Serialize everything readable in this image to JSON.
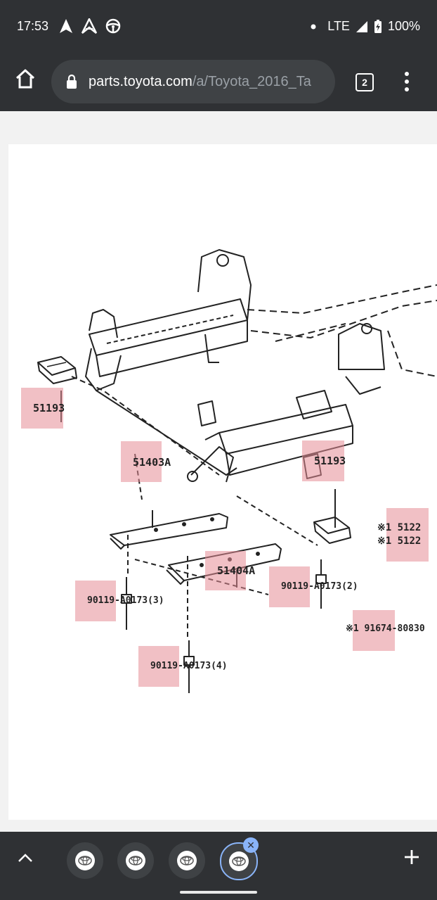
{
  "status_bar": {
    "time": "17:53",
    "network": "LTE",
    "battery": "100%",
    "icons": [
      "navigation-icon",
      "android-auto-icon",
      "steering-wheel-icon",
      "notification-dot-icon",
      "signal-icon",
      "battery-charging-icon"
    ]
  },
  "toolbar": {
    "url_host": "parts.toyota.com",
    "url_path": "/a/Toyota_2016_Ta",
    "tab_count": "2"
  },
  "diagram": {
    "labels": [
      {
        "text": "51193"
      },
      {
        "text": "51403A"
      },
      {
        "text": "51193"
      },
      {
        "text": "51404A"
      },
      {
        "text": "90119-A0173(3)"
      },
      {
        "text": "90119-A0173(2)"
      },
      {
        "text": "90119-A0173(4)"
      },
      {
        "text": "※1 5122"
      },
      {
        "text": "※1 5122"
      },
      {
        "text": "※1 91674-80830"
      }
    ]
  },
  "bottom_bar": {
    "tab_icons": [
      "toyota-logo-icon",
      "toyota-logo-icon",
      "toyota-logo-icon",
      "toyota-logo-icon"
    ],
    "colors": {
      "accent": "#8ab4f8",
      "bar": "#2f3134"
    }
  }
}
